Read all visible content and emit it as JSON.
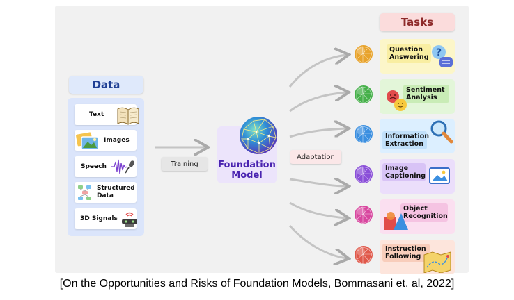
{
  "data_section": {
    "title": "Data",
    "items": [
      {
        "label_lines": [
          "Text"
        ],
        "icon": "book-icon"
      },
      {
        "label_lines": [
          "Images"
        ],
        "icon": "photo-icon"
      },
      {
        "label_lines": [
          "Speech"
        ],
        "icon": "microphone-icon"
      },
      {
        "label_lines": [
          "Structured",
          "Data"
        ],
        "icon": "flowchart-icon"
      },
      {
        "label_lines": [
          "3D Signals"
        ],
        "icon": "sensor-icon"
      }
    ]
  },
  "training_label": "Training",
  "foundation_model": {
    "line1": "Foundation",
    "line2": "Model"
  },
  "adaptation_label": "Adaptation",
  "tasks_section": {
    "title": "Tasks",
    "items": [
      {
        "label_lines": [
          "Question",
          "Answering"
        ],
        "bg": "#fcf6c9",
        "chip": "#f9eea2",
        "sphere": "#e8a32b",
        "icon": "speech-bubbles-icon"
      },
      {
        "label_lines": [
          "Sentiment",
          "Analysis"
        ],
        "bg": "#e3f6d9",
        "chip": "#c9ecb6",
        "sphere": "#46b04a",
        "icon": "emoji-faces-icon"
      },
      {
        "label_lines": [
          "Information",
          "Extraction"
        ],
        "bg": "#dcefff",
        "chip": "#c1e0fa",
        "sphere": "#3b8fe0",
        "icon": "magnifier-icon"
      },
      {
        "label_lines": [
          "Image",
          "Captioning"
        ],
        "bg": "#ebdefb",
        "chip": "#d8c3f6",
        "sphere": "#8a4fd8",
        "icon": "picture-frame-icon"
      },
      {
        "label_lines": [
          "Object",
          "Recognition"
        ],
        "bg": "#fbdff0",
        "chip": "#f5c3e2",
        "sphere": "#d8479f",
        "icon": "shapes-icon"
      },
      {
        "label_lines": [
          "Instruction",
          "Following"
        ],
        "bg": "#fde5dc",
        "chip": "#f8cdbb",
        "sphere": "#e0584a",
        "icon": "map-icon"
      }
    ]
  },
  "caption": "[On the Opportunities and Risks of Foundation Models, Bommasani et. al, 2022]"
}
